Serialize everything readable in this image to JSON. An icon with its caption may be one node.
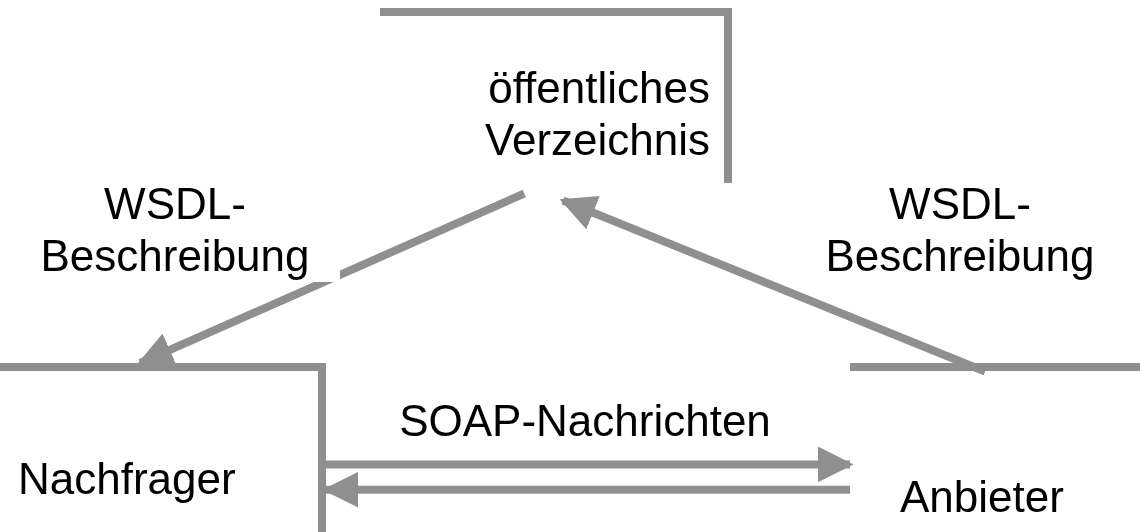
{
  "diagram": {
    "nodes": [
      {
        "text": [
          "öffentliches Verzeichnis"
        ]
      },
      {
        "text": [
          "Nachfrager"
        ]
      },
      {
        "text": [
          "Anbieter"
        ]
      }
    ],
    "edges": [
      {
        "from": 0,
        "to": 1,
        "arrow": "to",
        "label": "WSDL-Beschreibung"
      },
      {
        "from": 2,
        "to": 0,
        "arrow": "to",
        "label": "WSDL-Beschreibung"
      },
      {
        "from": 1,
        "to": 2,
        "arrow": "to",
        "label": "SOAP-Nachrichten"
      },
      {
        "from": 2,
        "to": 1,
        "arrow": "to"
      }
    ]
  }
}
